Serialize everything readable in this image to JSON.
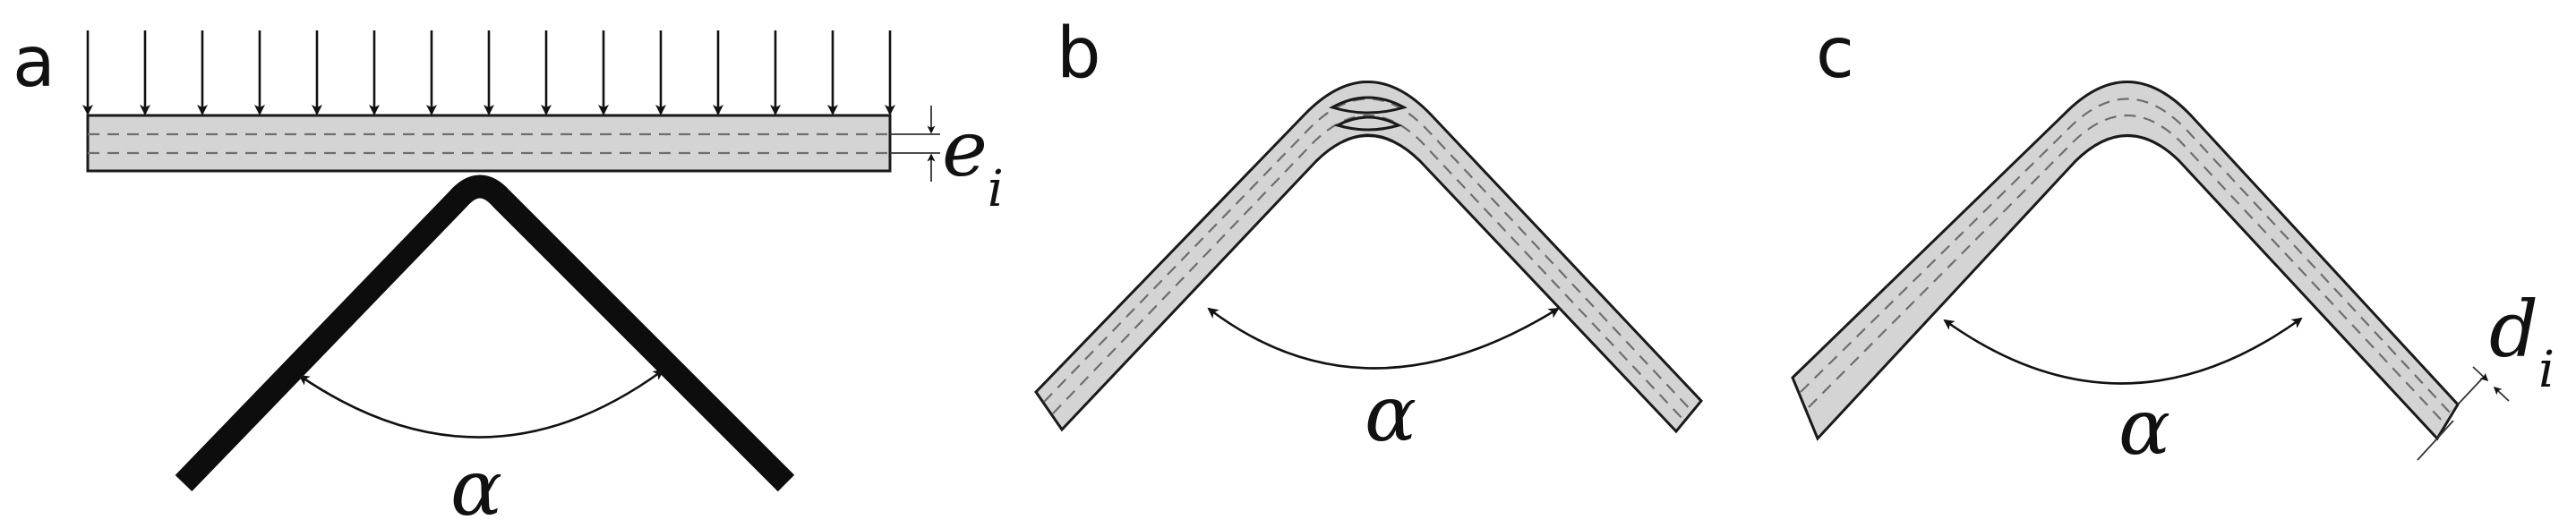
{
  "panels": {
    "a": {
      "label": "a",
      "angle_symbol": "α",
      "thickness_symbol": "e",
      "thickness_subscript": "i"
    },
    "b": {
      "label": "b",
      "angle_symbol": "α"
    },
    "c": {
      "label": "c",
      "angle_symbol": "α",
      "distance_symbol": "d",
      "distance_subscript": "i"
    }
  }
}
